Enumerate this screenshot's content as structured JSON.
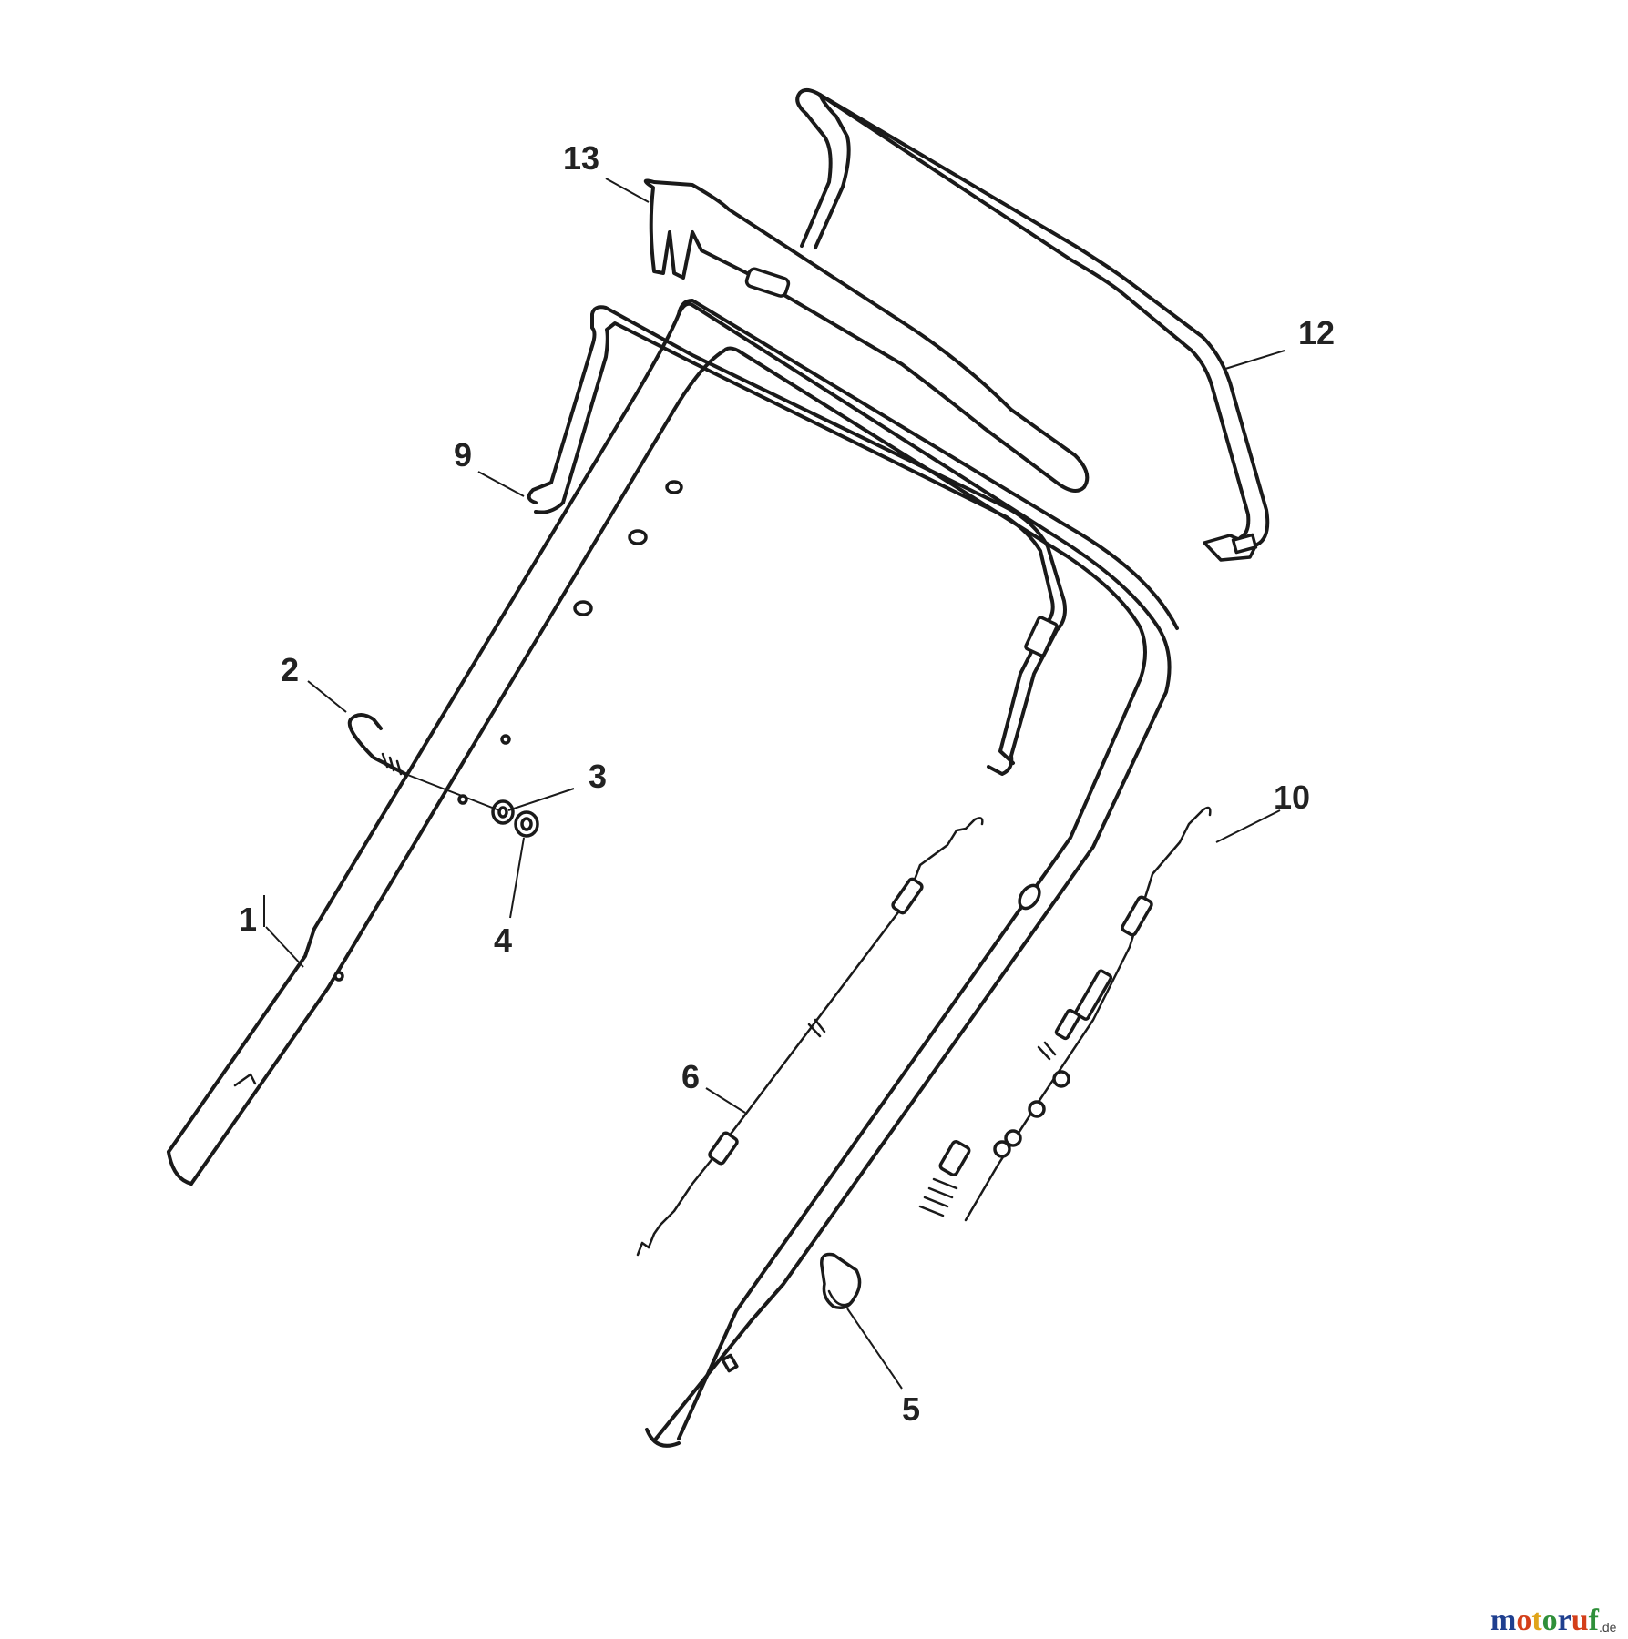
{
  "callouts": {
    "c1": "1",
    "c2": "2",
    "c3": "3",
    "c4": "4",
    "c5": "5",
    "c6": "6",
    "c9": "9",
    "c10": "10",
    "c12": "12",
    "c13": "13"
  },
  "watermark": {
    "m": "m",
    "o1": "o",
    "t": "t",
    "o2": "o",
    "r": "r",
    "u": "u",
    "f": "f",
    "de": ".de",
    "colors": {
      "m": "#1f3f8f",
      "o1": "#d43f1a",
      "t": "#e0a41a",
      "o2": "#2f8f3a",
      "r": "#1f3f8f",
      "u": "#d43f1a",
      "f": "#2f8f3a"
    }
  }
}
